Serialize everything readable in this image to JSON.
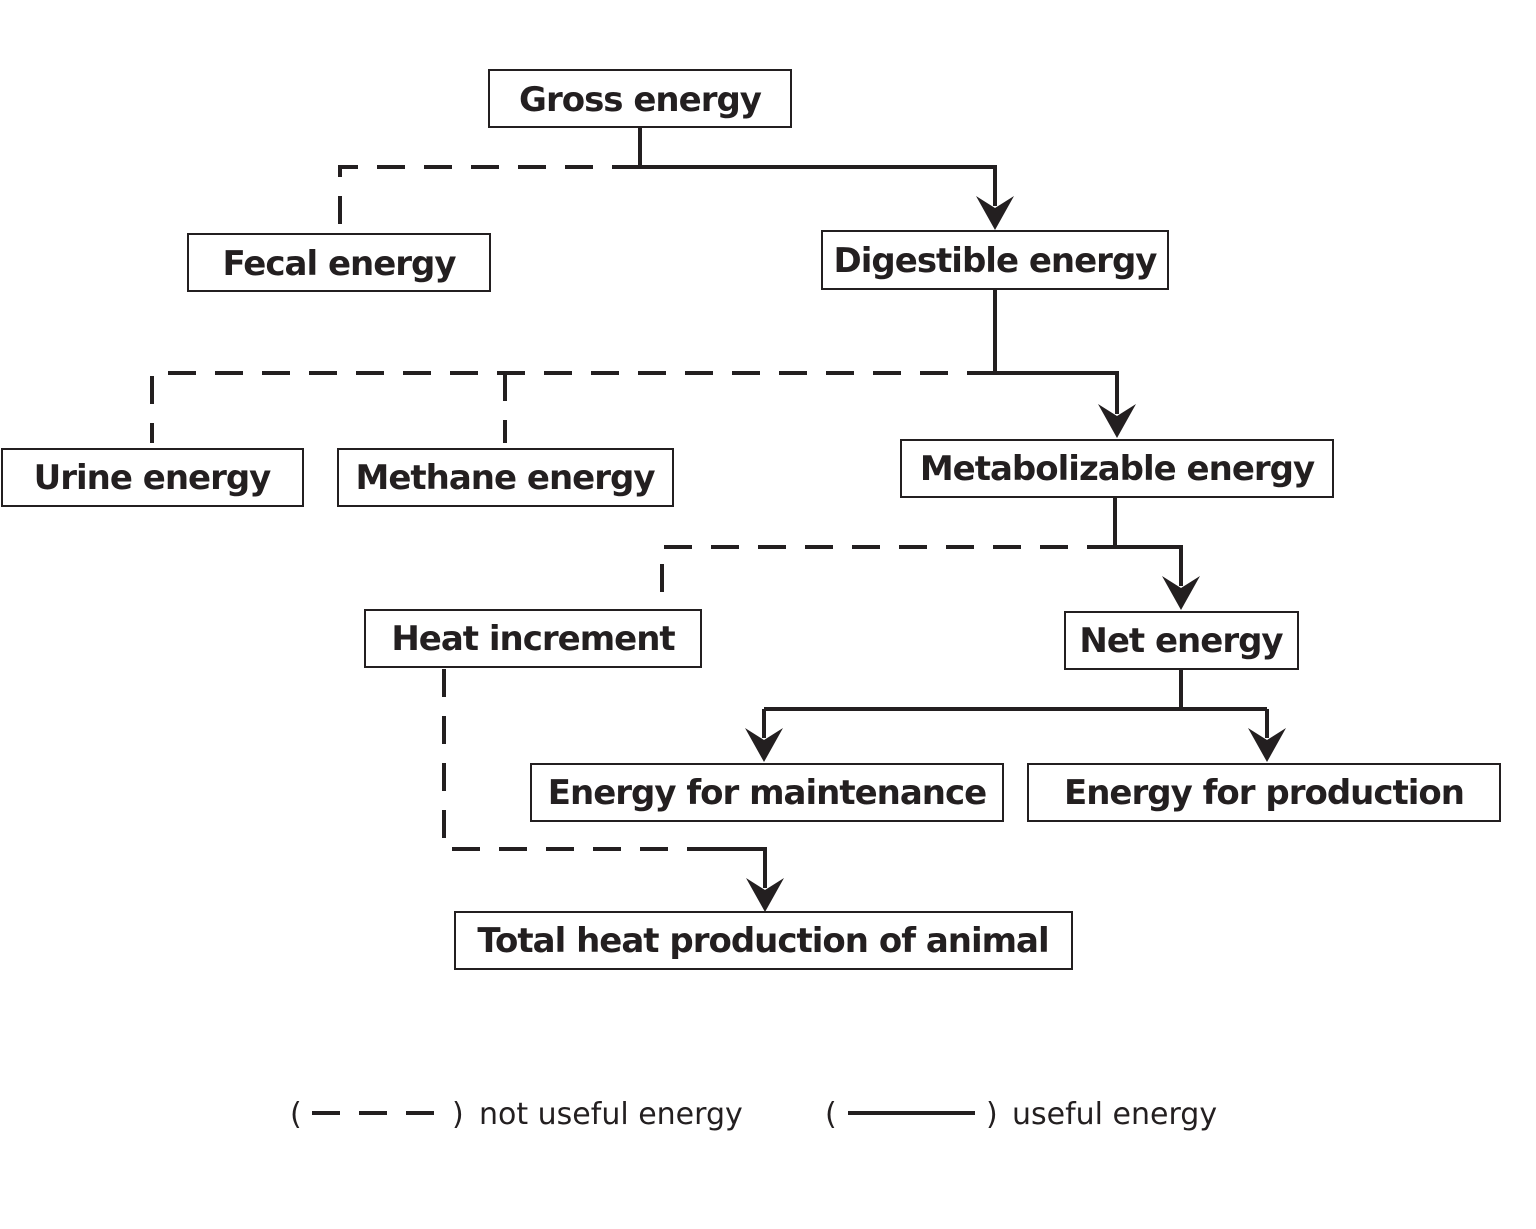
{
  "nodes": {
    "gross": "Gross energy",
    "fecal": "Fecal energy",
    "digestible": "Digestible energy",
    "urine": "Urine energy",
    "methane": "Methane energy",
    "metabolizable": "Metabolizable energy",
    "heat_increment": "Heat increment",
    "net": "Net energy",
    "maintenance": "Energy for maintenance",
    "production": "Energy for production",
    "total_heat": "Total heat production of animal"
  },
  "legend": {
    "open_paren": "(",
    "close_paren": ")",
    "not_useful": "not useful energy",
    "useful": "useful energy"
  },
  "edges": [
    {
      "from": "gross",
      "to": "fecal",
      "style": "not useful"
    },
    {
      "from": "gross",
      "to": "digestible",
      "style": "useful"
    },
    {
      "from": "digestible",
      "to": "urine",
      "style": "not useful"
    },
    {
      "from": "digestible",
      "to": "methane",
      "style": "not useful"
    },
    {
      "from": "digestible",
      "to": "metabolizable",
      "style": "useful"
    },
    {
      "from": "metabolizable",
      "to": "heat_increment",
      "style": "not useful"
    },
    {
      "from": "metabolizable",
      "to": "net",
      "style": "useful"
    },
    {
      "from": "net",
      "to": "maintenance",
      "style": "useful"
    },
    {
      "from": "net",
      "to": "production",
      "style": "useful"
    },
    {
      "from": "heat_increment",
      "to": "total_heat",
      "style": "not useful"
    }
  ]
}
